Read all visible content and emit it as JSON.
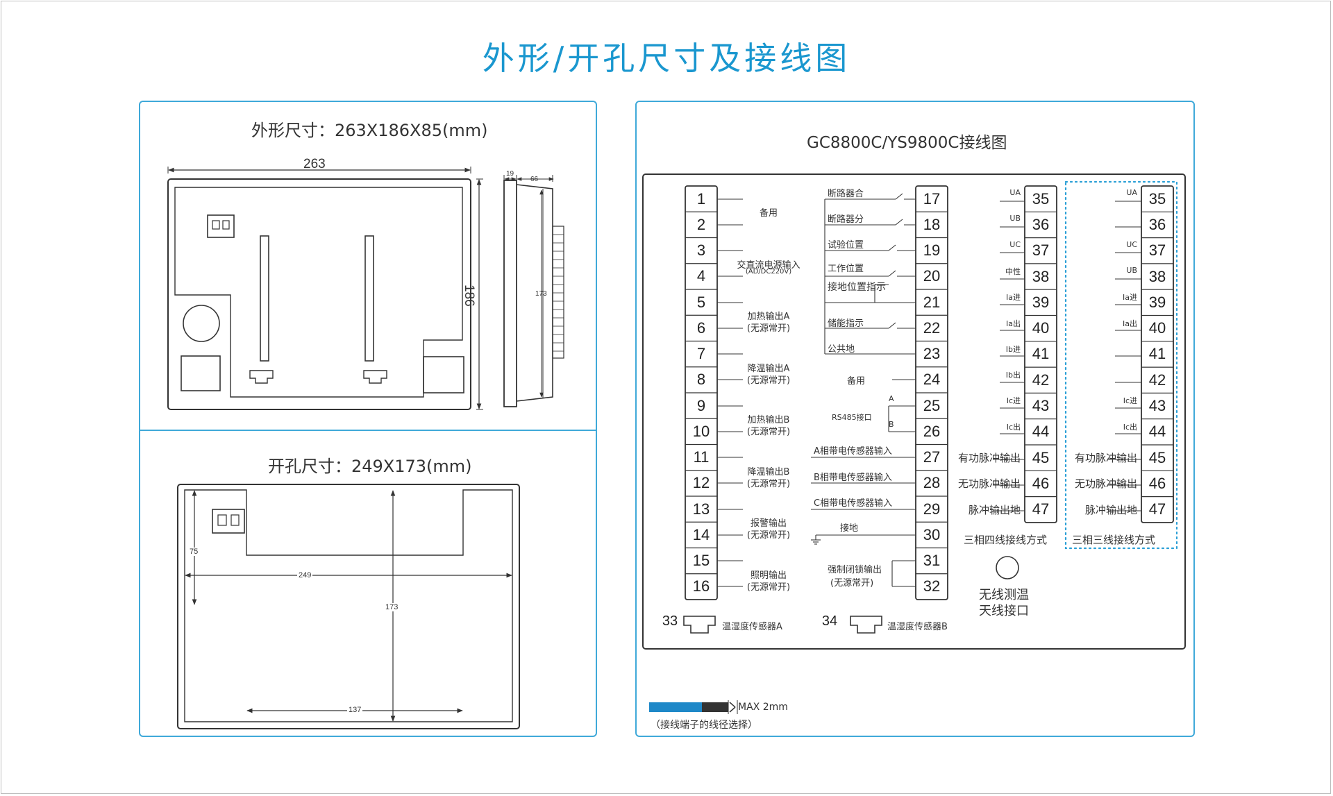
{
  "page_title": "外形/开孔尺寸及接线图",
  "outline": {
    "title": "外形尺寸：263X186X85(mm)",
    "width_dim": "263",
    "height_dim": "186",
    "side_depth1": "19",
    "side_depth2": "66",
    "side_height": "173"
  },
  "cutout": {
    "title": "开孔尺寸：249X173(mm)",
    "dim_width": "249",
    "dim_height": "173",
    "dim_75": "75",
    "dim_137": "137"
  },
  "wiring": {
    "title": "GC8800C/YS9800C接线图",
    "col1_numbers": [
      "1",
      "2",
      "3",
      "4",
      "5",
      "6",
      "7",
      "8",
      "9",
      "10",
      "11",
      "12",
      "13",
      "14",
      "15",
      "16"
    ],
    "col1_labels": [
      {
        "text": "备用",
        "row": 1.5
      },
      {
        "text": "交直流电源输入",
        "row": 3.5
      },
      {
        "text": "(AD/DC220V)",
        "row": 3.9,
        "small": true
      },
      {
        "text": "加热输出A",
        "row": 5.5
      },
      {
        "text": "(无源常开)",
        "row": 5.95
      },
      {
        "text": "降温输出A",
        "row": 7.5
      },
      {
        "text": "(无源常开)",
        "row": 7.95
      },
      {
        "text": "加热输出B",
        "row": 9.5
      },
      {
        "text": "(无源常开)",
        "row": 9.95
      },
      {
        "text": "降温输出B",
        "row": 11.5
      },
      {
        "text": "(无源常开)",
        "row": 11.95
      },
      {
        "text": "报警输出",
        "row": 13.5
      },
      {
        "text": "(无源常开)",
        "row": 13.95
      },
      {
        "text": "照明输出",
        "row": 15.5
      },
      {
        "text": "(无源常开)",
        "row": 15.95
      }
    ],
    "col2_numbers": [
      "17",
      "18",
      "19",
      "20",
      "21",
      "22",
      "23",
      "24",
      "25",
      "26",
      "27",
      "28",
      "29",
      "30",
      "31",
      "32"
    ],
    "col2_labels": {
      "r17": "断路器合",
      "r18": "断路器分",
      "r19": "试验位置",
      "r20": "工作位置",
      "r20b": "接地位置指示",
      "r22": "储能指示",
      "r23": "公共地",
      "r24": "备用",
      "r25": "A",
      "rs485": "RS485接口",
      "r26": "B",
      "r27": "A相带电传感器输入",
      "r28": "B相带电传感器输入",
      "r29": "C相带电传感器输入",
      "r30": "接地",
      "r31": "强制闭锁输出",
      "r31b": "(无源常开)"
    },
    "col3_numbers": [
      "35",
      "36",
      "37",
      "38",
      "39",
      "40",
      "41",
      "42",
      "43",
      "44",
      "45",
      "46",
      "47"
    ],
    "col3_labels": [
      "UA",
      "UB",
      "UC",
      "中性",
      "Ia进",
      "Ia出",
      "Ib进",
      "Ib出",
      "Ic进",
      "Ic出",
      "有功脉冲输出",
      "无功脉冲输出",
      "脉冲输出地"
    ],
    "col3_caption": "三相四线接线方式",
    "col4_numbers": [
      "35",
      "36",
      "37",
      "38",
      "39",
      "40",
      "41",
      "42",
      "43",
      "44",
      "45",
      "46",
      "47"
    ],
    "col4_labels": [
      "UA",
      "",
      "UC",
      "UB",
      "Ia进",
      "Ia出",
      "",
      "",
      "Ic进",
      "Ic出",
      "有功脉冲输出",
      "无功脉冲输出",
      "脉冲输出地"
    ],
    "col4_caption": "三相三线接线方式",
    "sensor_a_num": "33",
    "sensor_a_label": "温湿度传感器A",
    "sensor_b_num": "34",
    "sensor_b_label": "温湿度传感器B",
    "antenna_line1": "无线测温",
    "antenna_line2": "天线接口",
    "legend_max": "MAX 2mm",
    "legend_note": "（接线端子的线径选择）"
  },
  "colors": {
    "accent": "#1a97cf",
    "panel_border": "#3fa9d9",
    "legend_bar": "#1e88c8",
    "line": "#333333"
  }
}
